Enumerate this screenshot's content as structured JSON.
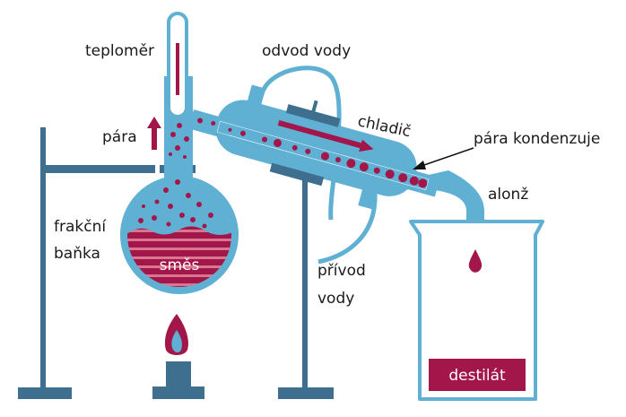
{
  "labels": {
    "thermometer": "teploměr",
    "water_out": "odvod vody",
    "vapor": "pára",
    "condenser": "chladič",
    "vapor_condenses": "pára kondenzuje",
    "adapter": "alonž",
    "flask_line1": "frakční",
    "flask_line2": "baňka",
    "mixture": "směs",
    "water_in_line1": "přívod",
    "water_in_line2": "vody",
    "distillate": "destilát"
  },
  "colors": {
    "glass": "#5fb0d3",
    "stand": "#3f6f8f",
    "liquid": "#a3164a",
    "stripe": "#d9768f"
  }
}
